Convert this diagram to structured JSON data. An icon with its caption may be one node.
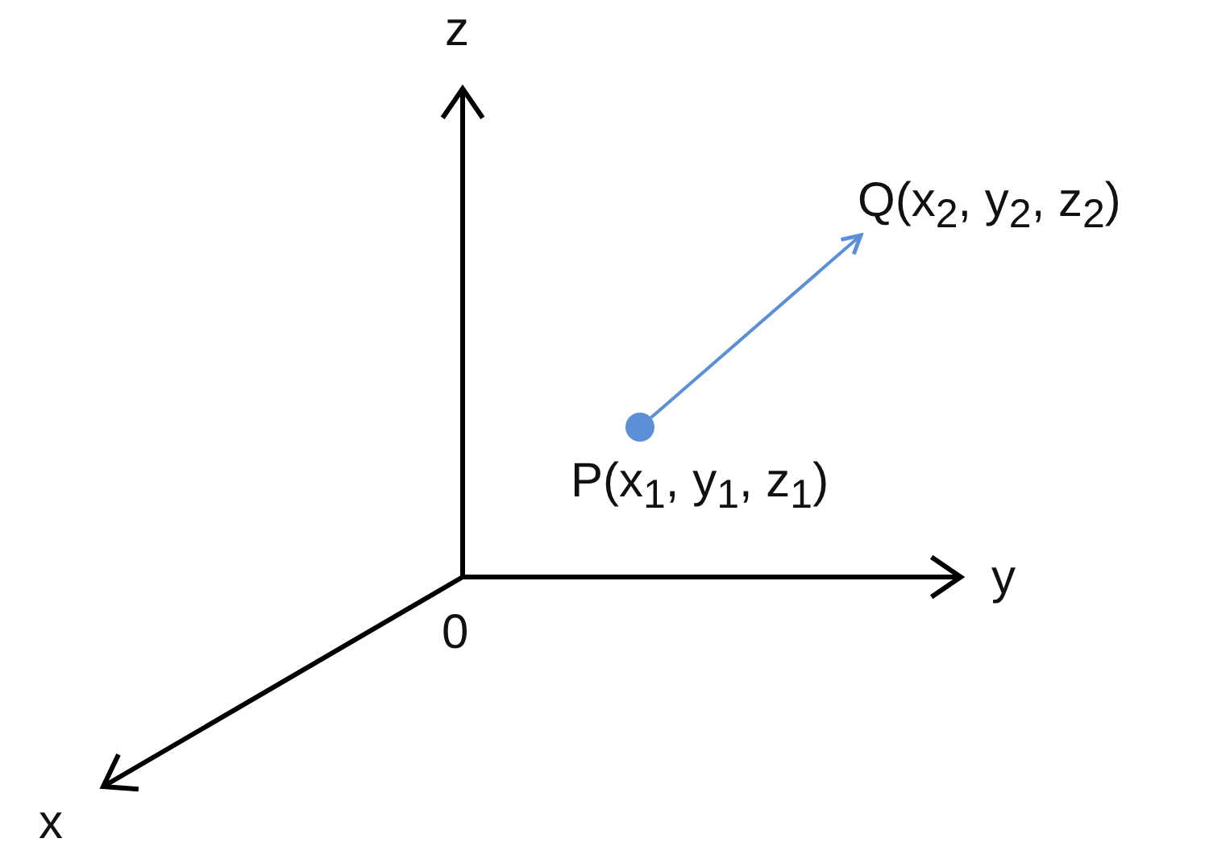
{
  "diagram": {
    "nodes": [
      {
        "text": [],
        "shape": "circle",
        "beside": [
          "P(x$_{1}$, y$_{1}$, z$_{1}$)"
        ]
      },
      {
        "text": [
          "Q(x$_{2}$, y$_{2}$, z$_{2}$)"
        ]
      }
    ],
    "edges": [
      {
        "from": 0,
        "to": 1,
        "arrow": "to",
        "color": "#5b8fd6"
      }
    ],
    "labels": [
      "z",
      "y",
      "0",
      "x"
    ]
  }
}
